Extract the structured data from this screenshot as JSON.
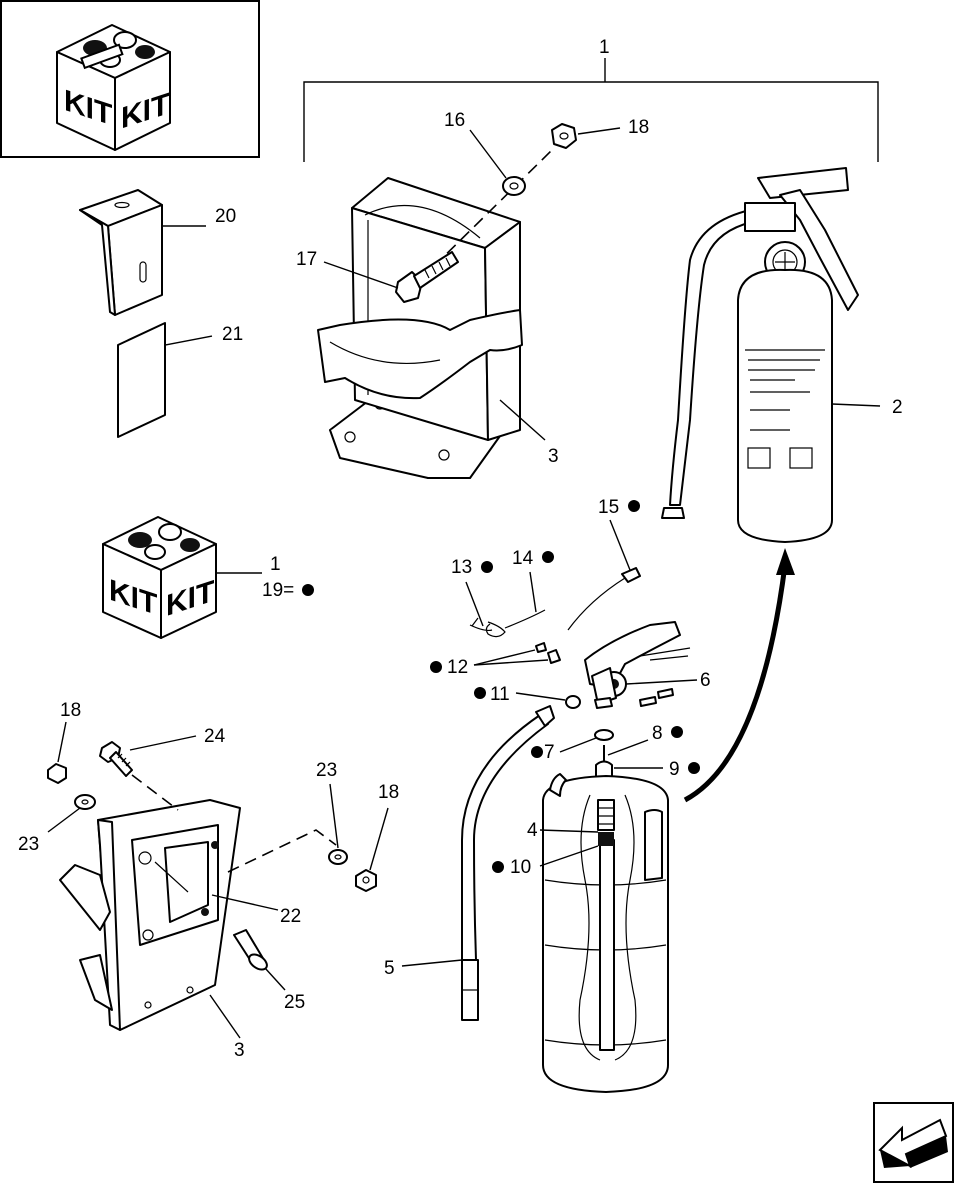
{
  "kit_text": "KIT",
  "callouts": {
    "c1_top": "1",
    "c2": "2",
    "c3_bracket": "3",
    "c3_lower": "3",
    "c4": "4",
    "c5": "5",
    "c6": "6",
    "c7": "7",
    "c8": "8",
    "c9": "9",
    "c10": "10",
    "c11": "11",
    "c12": "12",
    "c13": "13",
    "c14": "14",
    "c15": "15",
    "c16": "16",
    "c17": "17",
    "c18_top": "18",
    "c18_left": "18",
    "c18_right": "18",
    "c20": "20",
    "c21": "21",
    "c22": "22",
    "c23_left": "23",
    "c23_right": "23",
    "c24": "24",
    "c25": "25",
    "kit_note_num": "1",
    "kit_note_legend": "19="
  }
}
